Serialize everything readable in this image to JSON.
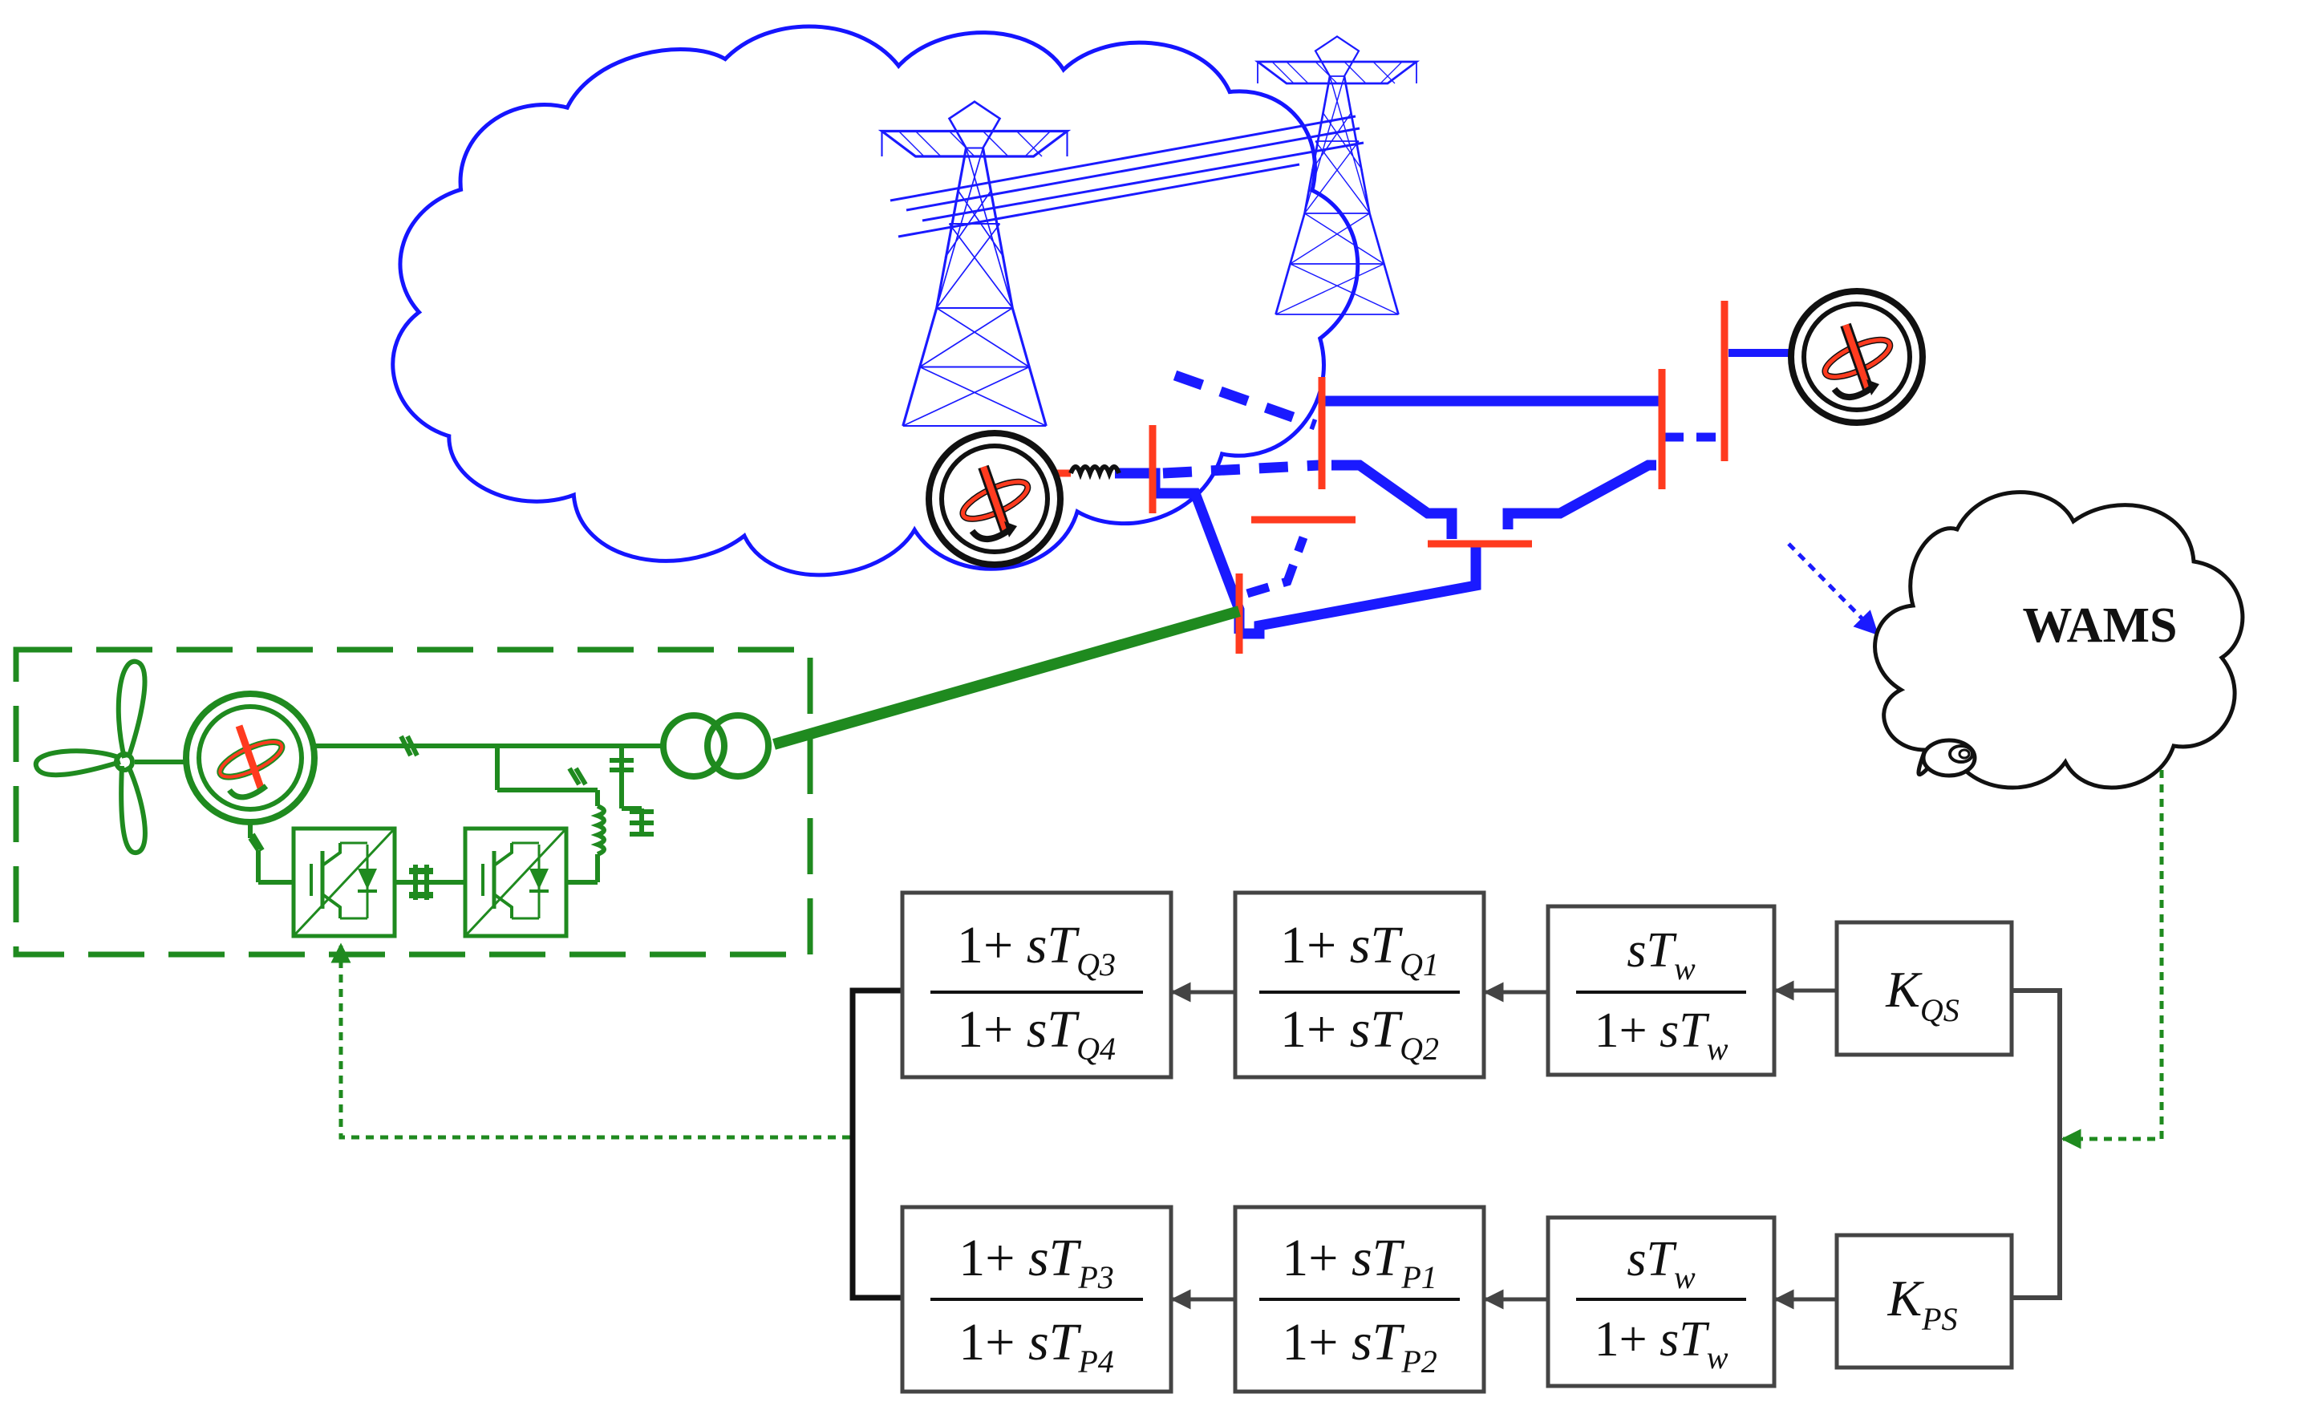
{
  "wams": {
    "label": "WAMS"
  },
  "controller": {
    "q_branch": {
      "gain": {
        "base": "K",
        "sub": "QS"
      },
      "washout": {
        "num_s": "s",
        "num_T": "T",
        "num_sub": "w",
        "den_pre": "1+ ",
        "den_s": "s",
        "den_T": "T",
        "den_sub": "w"
      },
      "lead_lag_1": {
        "num_pre": "1+ ",
        "num_s": "s",
        "num_T": "T",
        "num_sub": "Q1",
        "den_pre": "1+ ",
        "den_s": "s",
        "den_T": "T",
        "den_sub": "Q2"
      },
      "lead_lag_2": {
        "num_pre": "1+ ",
        "num_s": "s",
        "num_T": "T",
        "num_sub": "Q3",
        "den_pre": "1+ ",
        "den_s": "s",
        "den_T": "T",
        "den_sub": "Q4"
      }
    },
    "p_branch": {
      "gain": {
        "base": "K",
        "sub": "PS"
      },
      "washout": {
        "num_s": "s",
        "num_T": "T",
        "num_sub": "w",
        "den_pre": "1+ ",
        "den_s": "s",
        "den_T": "T",
        "den_sub": "w"
      },
      "lead_lag_1": {
        "num_pre": "1+ ",
        "num_s": "s",
        "num_T": "T",
        "num_sub": "P1",
        "den_pre": "1+ ",
        "den_s": "s",
        "den_T": "T",
        "den_sub": "P2"
      },
      "lead_lag_2": {
        "num_pre": "1+ ",
        "num_s": "s",
        "num_T": "T",
        "num_sub": "P3",
        "den_pre": "1+ ",
        "den_s": "s",
        "den_T": "T",
        "den_sub": "P4"
      }
    }
  },
  "colors": {
    "network": "#1a1aff",
    "bus": "#ff3b1f",
    "wind_farm": "#1f8a1f",
    "controller": "#444444",
    "signal": "#1f8a1f"
  },
  "icons": [
    "wind-turbine-icon",
    "generator-icon",
    "transmission-tower-icon",
    "transformer-icon",
    "converter-icon"
  ]
}
